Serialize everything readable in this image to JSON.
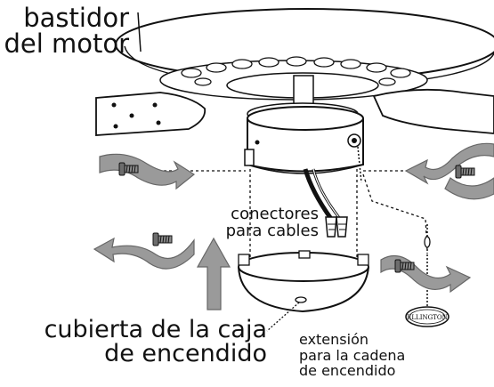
{
  "labels": {
    "motor_housing": [
      "bastidor",
      "del motor"
    ],
    "wire_connectors": [
      "conectores",
      "para cables"
    ],
    "switch_housing_cover": [
      "cubierta de la caja",
      "de encendido"
    ],
    "pull_chain_extension": [
      "extensión",
      "para la cadena",
      "de encendido"
    ],
    "fob_brand": "ELLINGTON"
  },
  "icons": {
    "screw": "screw-icon",
    "arrow_in": "curved-arrow-in-icon",
    "arrow_out": "curved-arrow-out-icon",
    "arrow_up": "up-arrow-icon"
  },
  "colors": {
    "line": "#111111",
    "arrow_fill": "#9a9a9a",
    "arrow_edge": "#666666",
    "screw_fill": "#777777",
    "background": "#ffffff"
  }
}
